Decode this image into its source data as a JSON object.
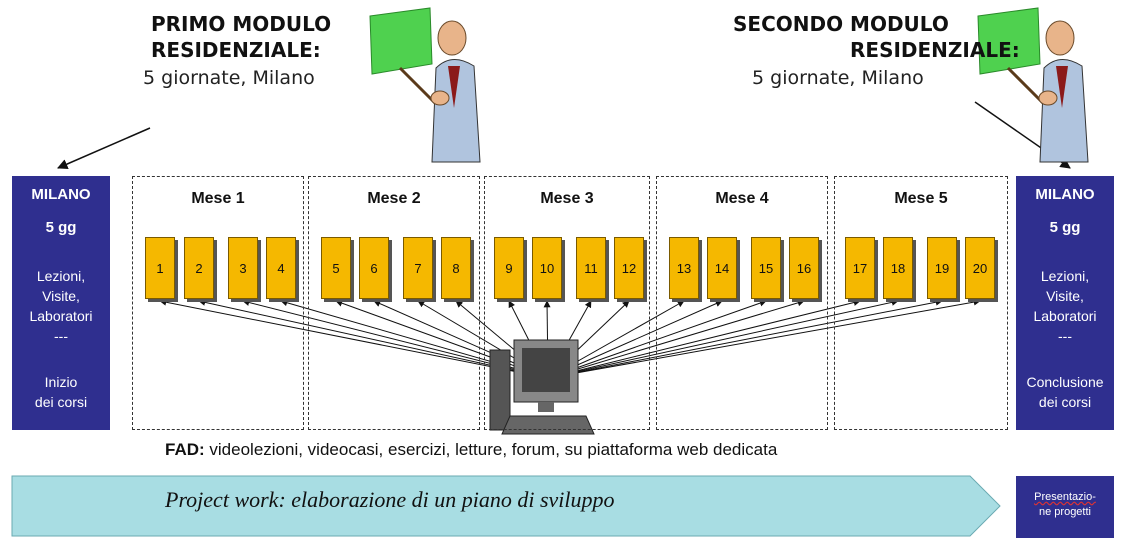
{
  "modules": {
    "first": {
      "title_line1": "PRIMO MODULO",
      "title_line2": "RESIDENZIALE:",
      "subtitle": "5 giornate, Milano"
    },
    "second": {
      "title_line1": "SECONDO MODULO",
      "title_line2": "RESIDENZIALE:",
      "subtitle": "5 giornate, Milano"
    }
  },
  "left_block": {
    "city": "MILANO",
    "days": "5 gg",
    "activities": "Lezioni,\nVisite,\nLaboratori",
    "separator": "---",
    "note": "Inizio\ndei corsi"
  },
  "right_block": {
    "city": "MILANO",
    "days": "5 gg",
    "activities": "Lezioni,\nVisite,\nLaboratori",
    "separator": "---",
    "note": "Conclusione\ndei corsi"
  },
  "months": [
    "Mese 1",
    "Mese 2",
    "Mese 3",
    "Mese 4",
    "Mese 5"
  ],
  "lessons": [
    "1",
    "2",
    "3",
    "4",
    "5",
    "6",
    "7",
    "8",
    "9",
    "10",
    "11",
    "12",
    "13",
    "14",
    "15",
    "16",
    "17",
    "18",
    "19",
    "20"
  ],
  "fad": {
    "label": "FAD:",
    "text": " videolezioni, videocasi, esercizi, letture, forum, su piattaforma web dedicata"
  },
  "project_work": "Project work: elaborazione di un piano di sviluppo",
  "presentation": {
    "line1": "Presentazio-",
    "line2": "ne progetti"
  },
  "colors": {
    "navy": "#2f2f8f",
    "lesson": "#f5b800",
    "arrow_band": "#a8dde3"
  }
}
